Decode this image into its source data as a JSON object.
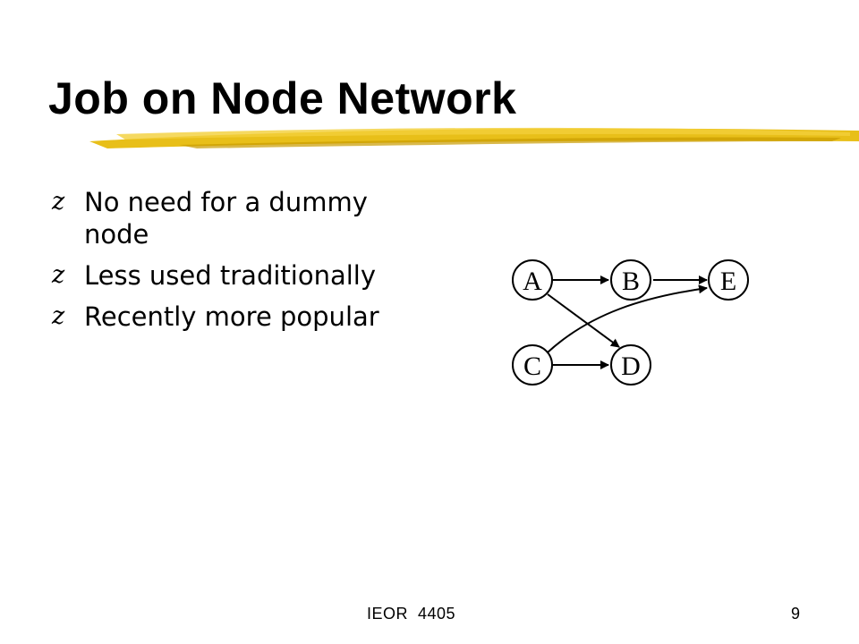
{
  "slide": {
    "title": "Job on Node Network",
    "accent_color": "#e6b800"
  },
  "bullets": [
    {
      "marker": "z",
      "text": "No need for a dummy node"
    },
    {
      "marker": "z",
      "text": "Less used traditionally"
    },
    {
      "marker": "z",
      "text": "Recently more popular"
    }
  ],
  "diagram": {
    "nodes": [
      {
        "id": "A",
        "label": "A"
      },
      {
        "id": "B",
        "label": "B"
      },
      {
        "id": "E",
        "label": "E"
      },
      {
        "id": "C",
        "label": "C"
      },
      {
        "id": "D",
        "label": "D"
      }
    ],
    "edges": [
      {
        "from": "A",
        "to": "B"
      },
      {
        "from": "B",
        "to": "E"
      },
      {
        "from": "A",
        "to": "D"
      },
      {
        "from": "C",
        "to": "E"
      },
      {
        "from": "C",
        "to": "D"
      }
    ]
  },
  "footer": {
    "course": "IEOR  4405",
    "page_number": "9"
  }
}
